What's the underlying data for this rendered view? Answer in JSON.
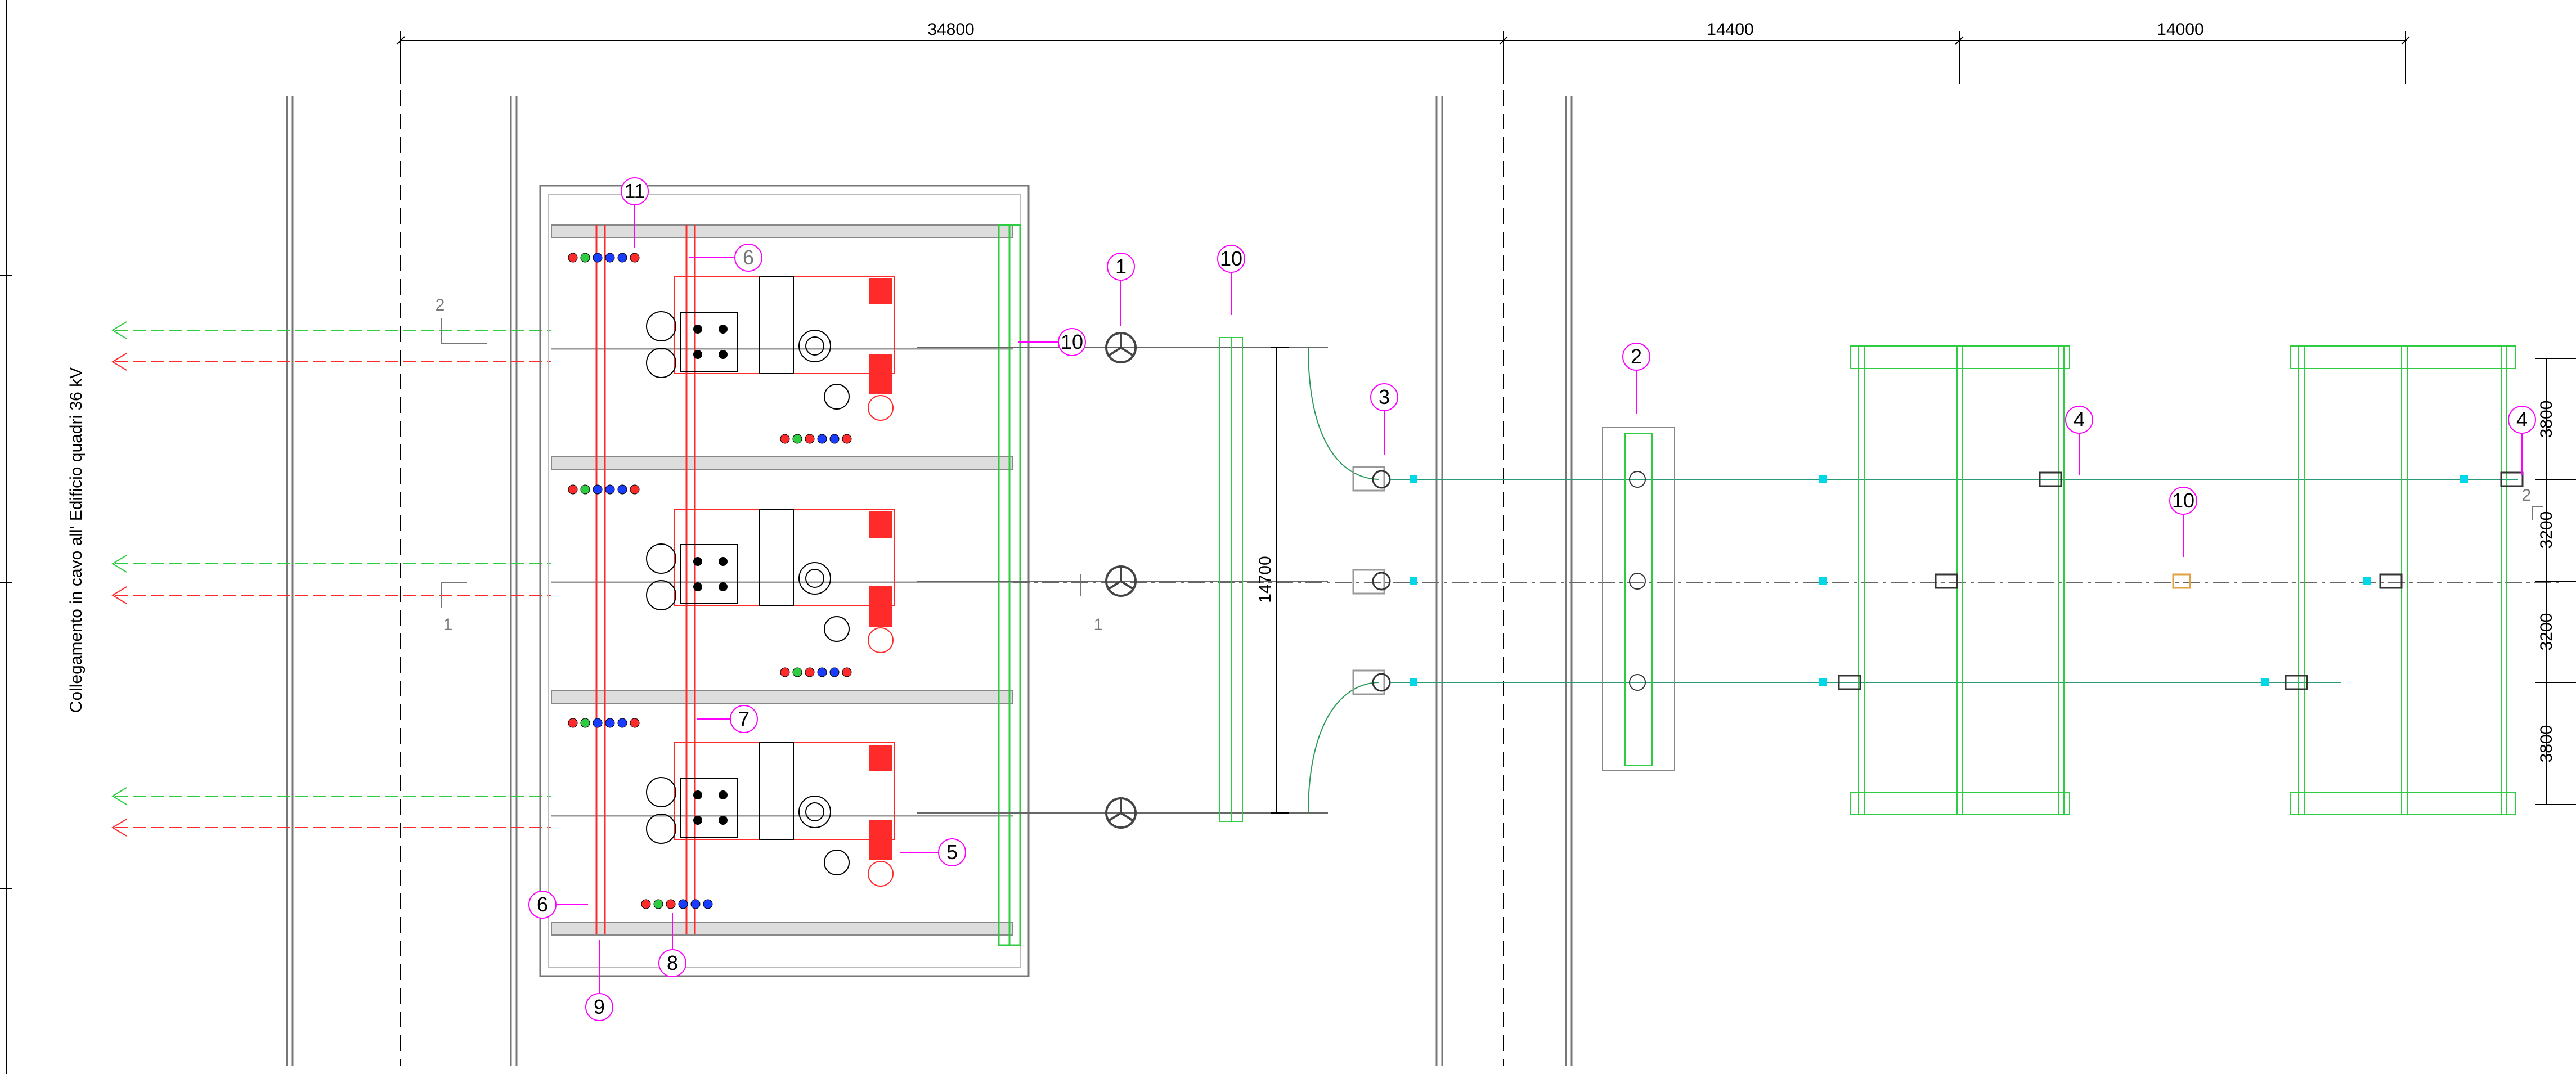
{
  "top_dimensions": [
    "34800",
    "14400",
    "14000"
  ],
  "right_dimensions": [
    "3800",
    "3200",
    "3200",
    "3800"
  ],
  "vertical_dimension": "14700",
  "side_label": "Collegamento in cavo all' Edificio quadri 36 kV",
  "section_marks": [
    "2",
    "1",
    "1",
    "2"
  ],
  "callouts": [
    "11",
    "6",
    "1",
    "10",
    "10",
    "2",
    "3",
    "4",
    "4",
    "10",
    "7",
    "5",
    "6",
    "8",
    "9"
  ],
  "colors": {
    "line": "#000000",
    "green": "#2ecc40",
    "red": "#ff2a2a",
    "magenta": "#ff00ff",
    "cyan": "#00d8e8",
    "blue": "#1a3cff",
    "gray": "#9a9a9a"
  }
}
